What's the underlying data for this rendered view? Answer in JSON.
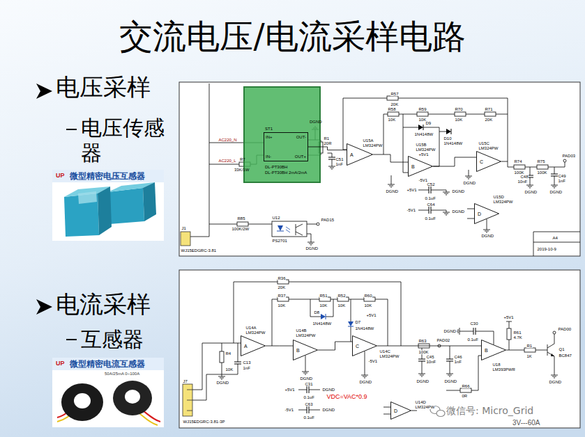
{
  "diagram": {
    "title": "交流电压/电流采样电路",
    "nodes": [
      {
        "text": [
          "IN+",
          "IN-",
          "OUT-",
          "OUT+"
        ]
      },
      {
        "text": [
          "A"
        ]
      },
      {
        "text": [
          "B"
        ]
      },
      {
        "text": [
          "C"
        ]
      },
      {
        "text": [
          "D"
        ]
      },
      {
        "text": [
          "A"
        ]
      },
      {
        "text": [
          "B"
        ]
      },
      {
        "text": [
          "C"
        ]
      },
      {
        "text": [
          "B"
        ]
      },
      {
        "text": [
          "D"
        ]
      }
    ],
    "edges": [
      {
        "from": 0,
        "to": 1,
        "arrow": "none"
      },
      {
        "from": 1,
        "to": 2,
        "arrow": "none"
      },
      {
        "from": 2,
        "to": 3,
        "arrow": "none"
      },
      {
        "from": 5,
        "to": 6,
        "arrow": "none"
      },
      {
        "from": 6,
        "to": 7,
        "arrow": "none"
      },
      {
        "from": 7,
        "to": 8,
        "arrow": "none"
      }
    ],
    "labels": [
      "电压采样",
      "电压传感器",
      "UP",
      "微型精密电压互感器",
      "电流采样",
      "互感器",
      "UP",
      "微型精密电流互感器",
      "50A/25mA 0~100A",
      "AC220_N",
      "AC220_L",
      "R7",
      "33K/1W",
      "ST1",
      "DL-PT30BH",
      "DL-PT30BH 2mA/2mA",
      "DGND",
      "R1",
      "20R",
      "C51",
      "1nF",
      "U15A",
      "LM324PW",
      "R57",
      "20K",
      "R58",
      "10K",
      "R59",
      "10K",
      "D9",
      "1N4148W",
      "R70",
      "10K",
      "R71",
      "20K",
      "D10",
      "1N4148W",
      "U15B",
      "LM324PW",
      "U15C",
      "LM324PW",
      "R74",
      "100K",
      "R75",
      "100K",
      "PAD03",
      "C48",
      "10nF",
      "C49",
      "1nF",
      "+5V1",
      "-5V1",
      "C52",
      "0.1uF",
      "+5V1",
      "DGND",
      "C64",
      "0.1uF",
      "-5V1",
      "DGND",
      "U15D",
      "LM324PW",
      "DGND",
      "DGND",
      "DGND",
      "DGND",
      "DGND",
      "R85",
      "100K/2W",
      "U12",
      "PS2701",
      "PAD15",
      "DGND",
      "J1",
      "WJ15EDGRC-3.81",
      "A4",
      "2019-10-9",
      "R36",
      "20K",
      "R37",
      "10K",
      "R51",
      "10K",
      "R52",
      "10K",
      "R60",
      "10K",
      "D8",
      "1N4148W",
      "D7",
      "1N4148W",
      "U14A",
      "LM324PW",
      "U14B",
      "LM324PW",
      "U14C",
      "LM324PW",
      "+5V1",
      "-5V1",
      "R4",
      "10K",
      "C13",
      "1nF",
      "DGND",
      "DGND",
      "C31",
      "0.1uF",
      "+5V1",
      "DGND",
      "C63",
      "0.1uF",
      "-5V1",
      "DGND",
      "DGND",
      "R63",
      "100K",
      "PAD02",
      "C45",
      "10nF",
      "C46",
      "1nF",
      "DGND",
      "DGND",
      "VDC=VAC*0.9",
      "U14D",
      "LM324PW",
      "C30",
      "0.1uF",
      "DGND",
      "+5V1",
      "R61",
      "4.7K",
      "U18",
      "LM393PWR",
      "R1",
      "1K",
      "Q1",
      "BC847",
      "PAD00",
      "DGND",
      "R66",
      "0R",
      "J7",
      "WJ15EDGRC-3.81-3P",
      "3V---60A",
      "微信号: Micro_Grid"
    ]
  }
}
